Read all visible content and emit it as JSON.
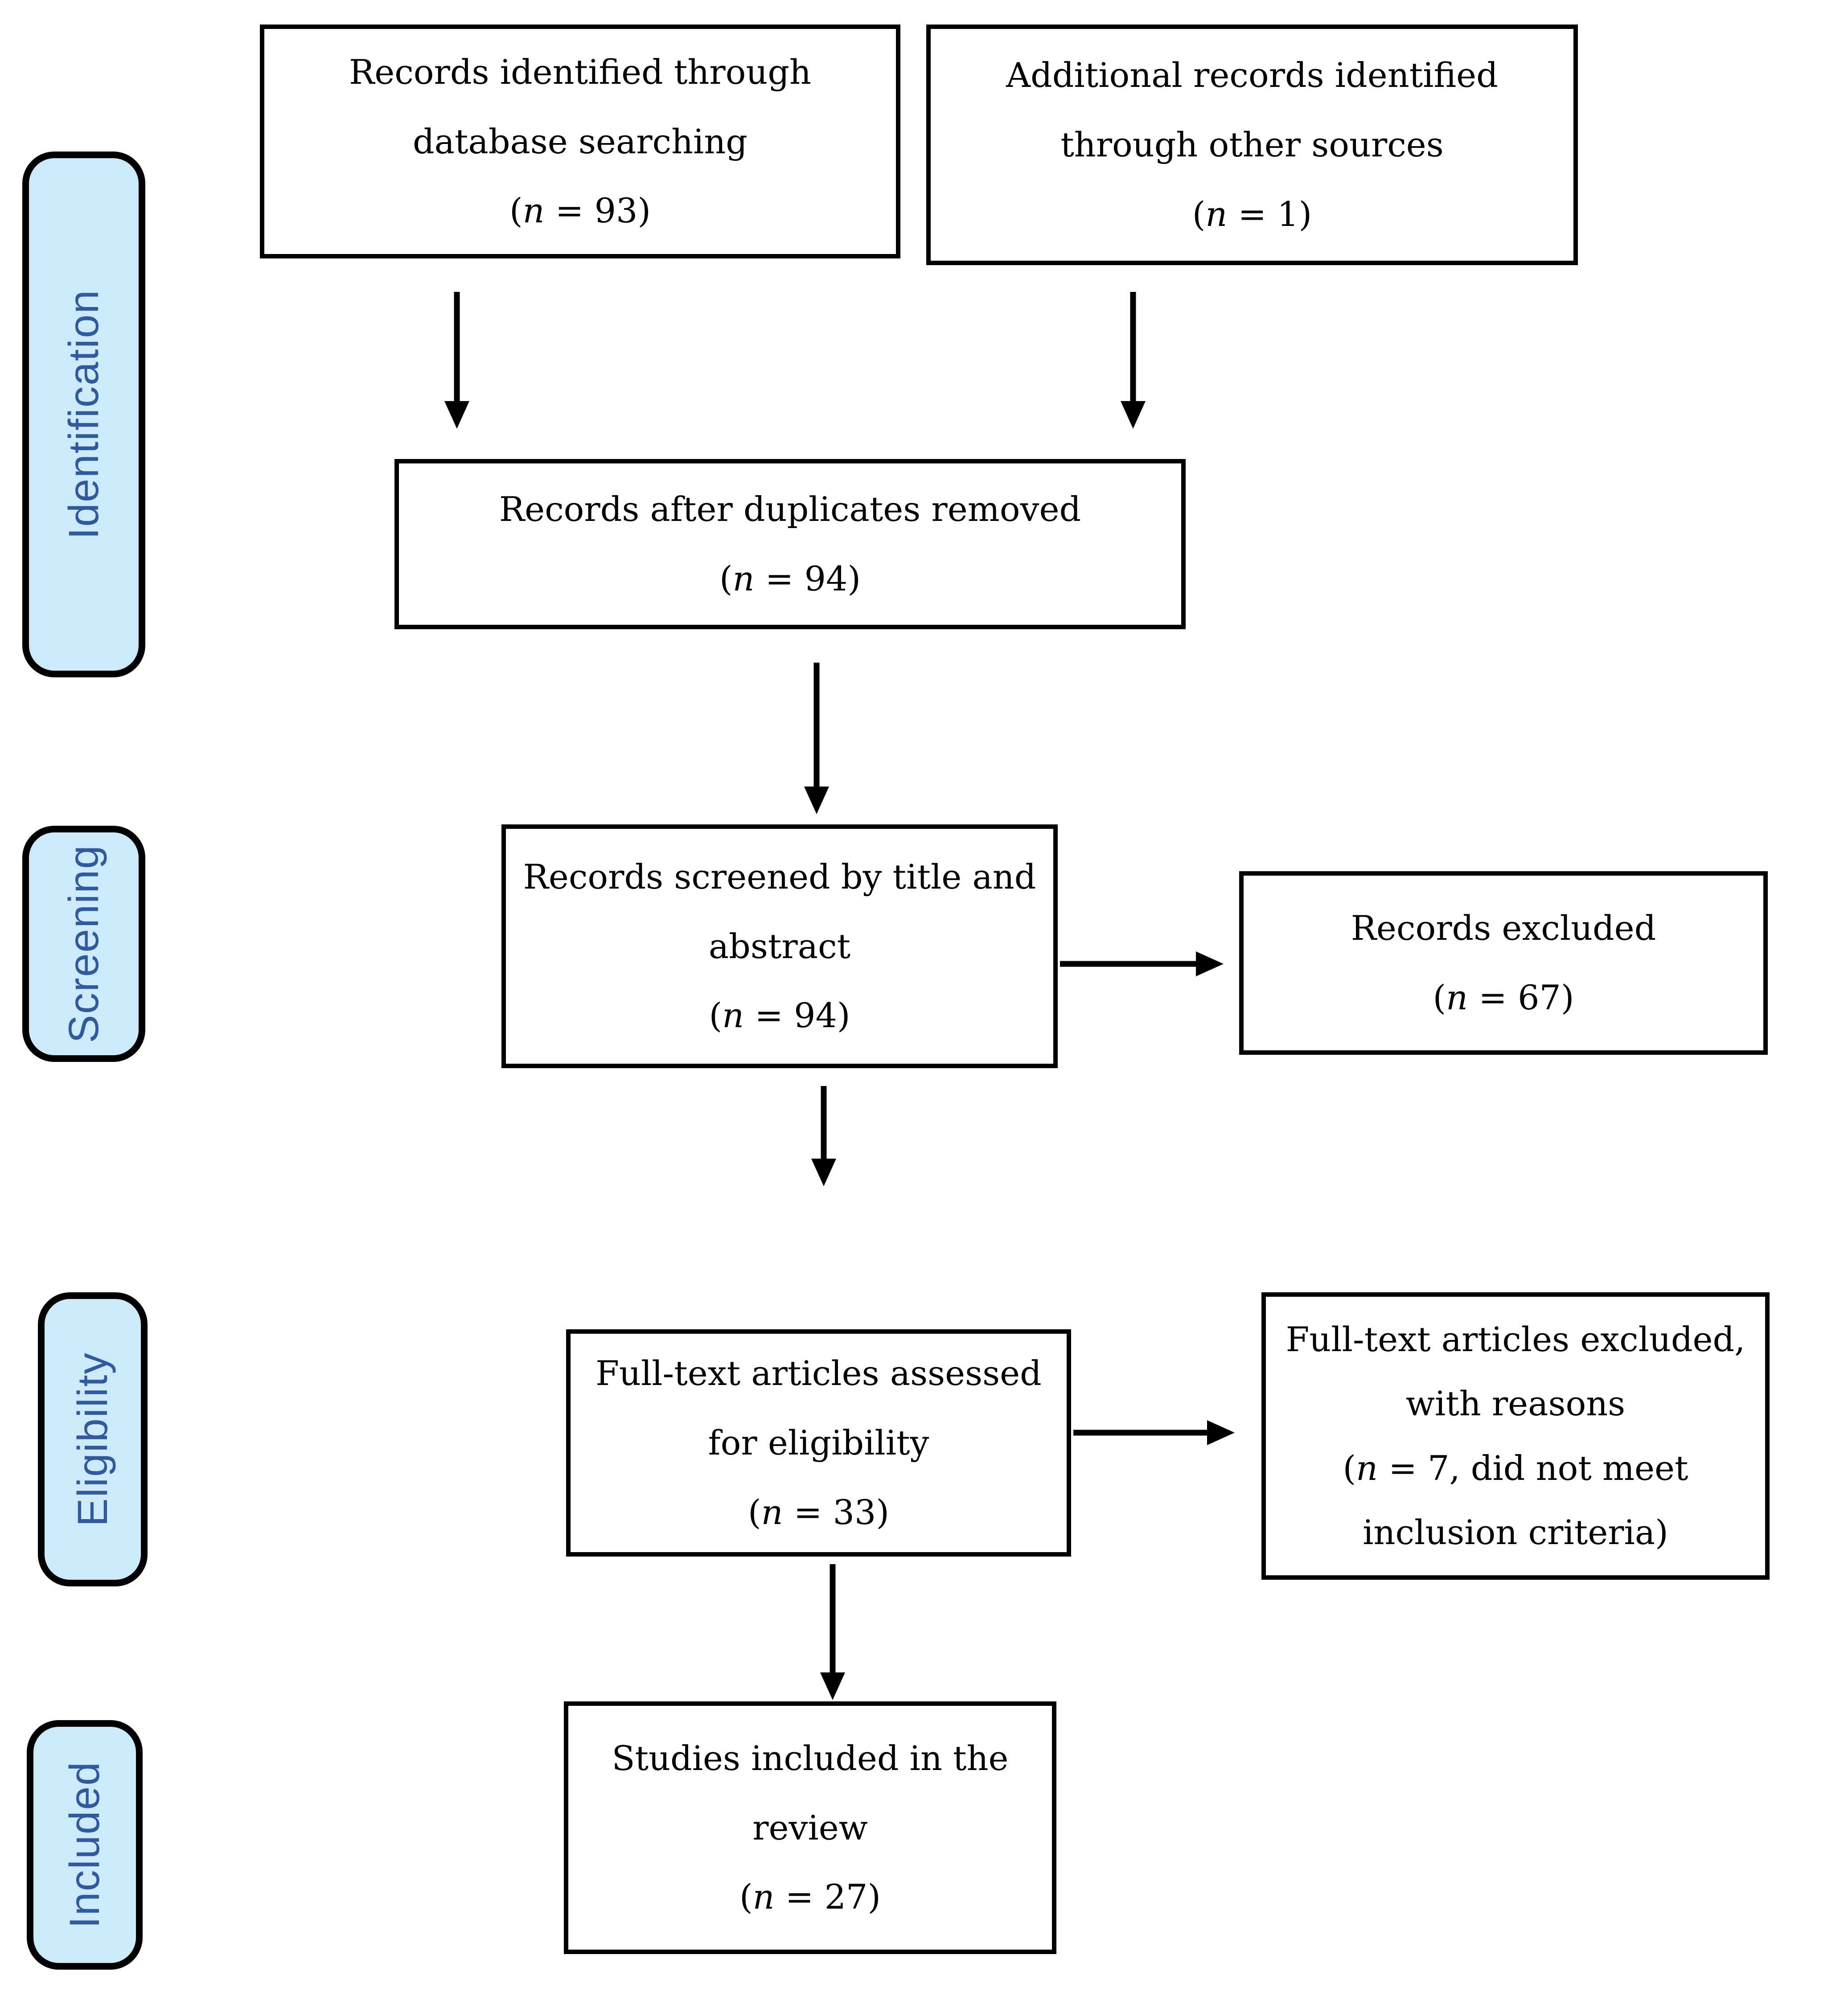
{
  "colors": {
    "sidebar_fill": "#cdeafb",
    "sidebar_text": "#2f5b9e",
    "line_color": "#000000"
  },
  "sidebar": {
    "stages": [
      {
        "label": "Identification"
      },
      {
        "label": "Screening"
      },
      {
        "label": "Eligibility"
      },
      {
        "label": "Included"
      }
    ]
  },
  "boxes": {
    "identified": {
      "lines": [
        "Records identified through",
        "database searching"
      ],
      "count": "(n = 93)"
    },
    "additional": {
      "lines": [
        "Additional records identified",
        "through other sources"
      ],
      "count": "(n = 1)"
    },
    "deduplicated": {
      "lines": [
        "Records after duplicates removed"
      ],
      "count": "(n = 94)"
    },
    "screened": {
      "lines": [
        "Records screened by title and",
        "abstract"
      ],
      "count": "(n = 94)"
    },
    "records_excluded": {
      "lines": [
        "Records excluded"
      ],
      "count": "(n = 67)"
    },
    "fulltext_assessed": {
      "lines": [
        "Full-text articles assessed",
        "for eligibility"
      ],
      "count": "(n = 33)"
    },
    "fulltext_excluded": {
      "lines": [
        "Full-text articles excluded,",
        "with reasons"
      ],
      "count": "(n = 7, did not meet",
      "count_tail": "inclusion criteria)"
    },
    "included_studies": {
      "lines": [
        "Studies included in the",
        "review"
      ],
      "count": "(n = 27)"
    }
  }
}
